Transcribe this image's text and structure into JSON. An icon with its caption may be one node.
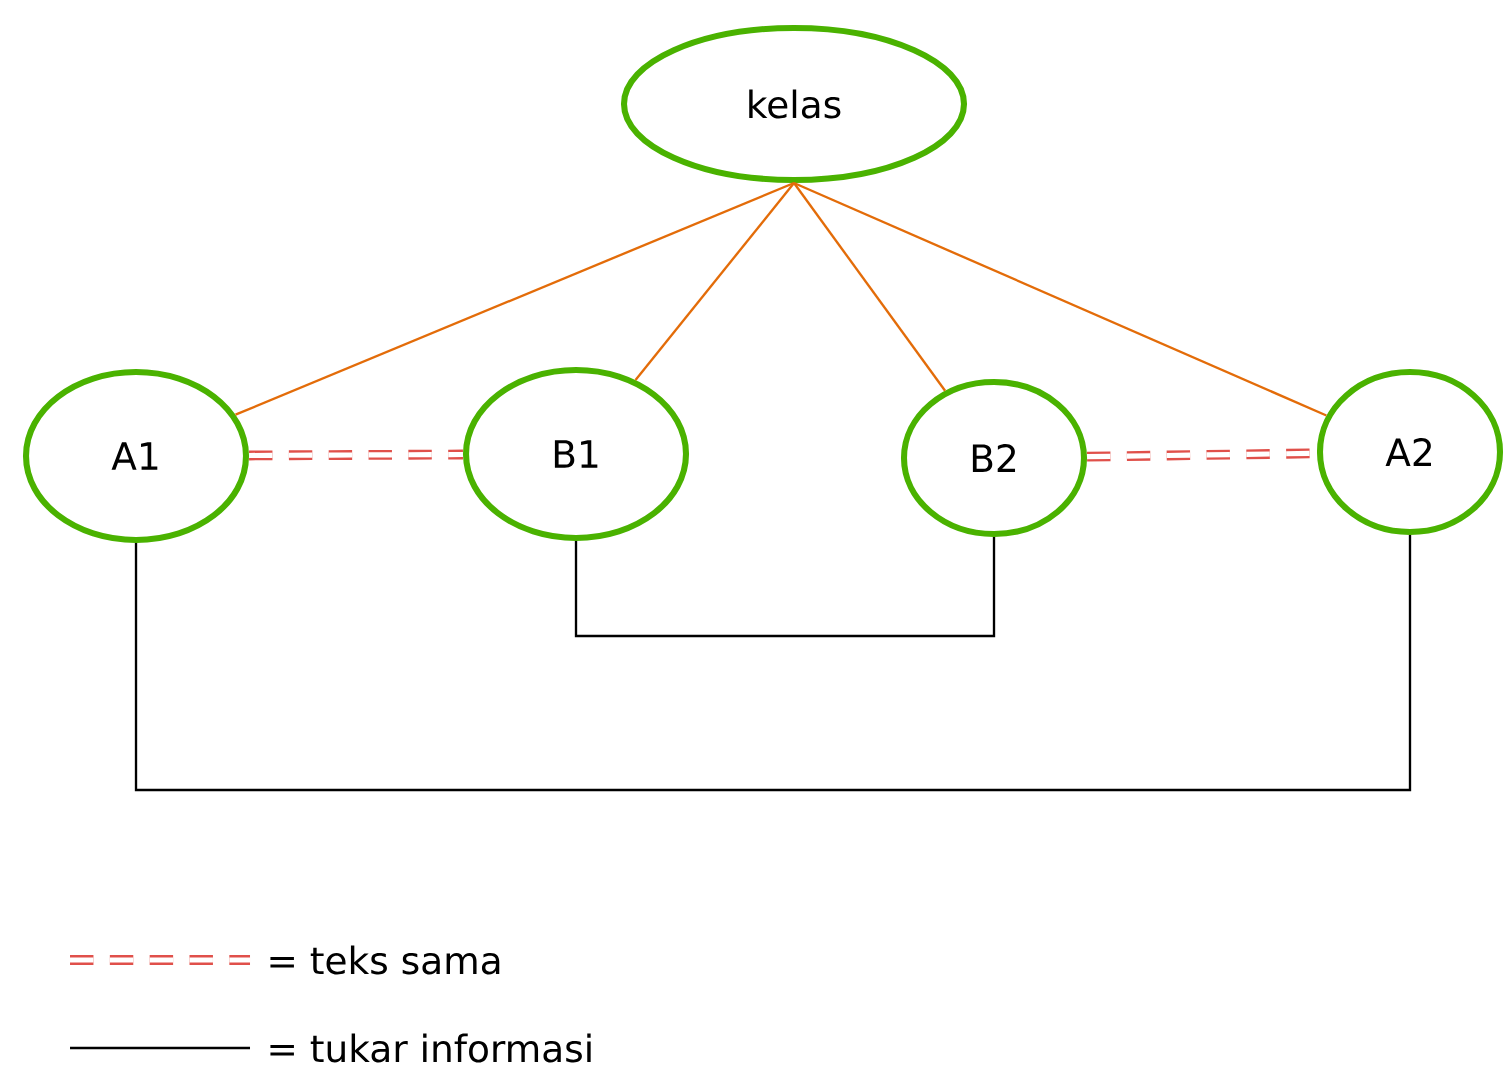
{
  "diagram": {
    "nodes": [
      {
        "text": [
          "kelas"
        ]
      },
      {
        "text": [
          "A1"
        ]
      },
      {
        "text": [
          "B1"
        ]
      },
      {
        "text": [
          "B2"
        ]
      },
      {
        "text": [
          "A2"
        ]
      }
    ],
    "edges": [
      {
        "from": 0,
        "to": 1,
        "arrow": "none",
        "color": "#e36c09"
      },
      {
        "from": 0,
        "to": 2,
        "arrow": "none",
        "color": "#e36c09"
      },
      {
        "from": 0,
        "to": 3,
        "arrow": "none",
        "color": "#e36c09"
      },
      {
        "from": 0,
        "to": 4,
        "arrow": "none",
        "color": "#e36c09"
      },
      {
        "from": 1,
        "to": 2,
        "arrow": "none",
        "style": "dashed",
        "color": "#e0504a"
      },
      {
        "from": 3,
        "to": 4,
        "arrow": "none",
        "style": "dashed",
        "color": "#e0504a"
      },
      {
        "from": 2,
        "to": 3,
        "arrow": "none",
        "color": "#000000"
      },
      {
        "from": 1,
        "to": 4,
        "arrow": "none",
        "color": "#000000"
      }
    ],
    "legend": [
      {
        "text": "= teks sama"
      },
      {
        "text": "= tukar informasi"
      }
    ]
  }
}
